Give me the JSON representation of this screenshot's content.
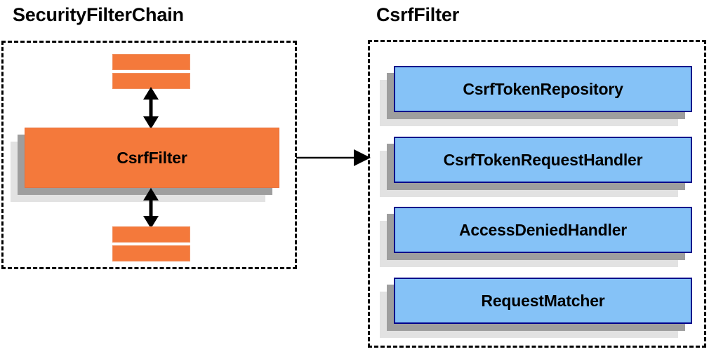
{
  "diagram": {
    "type": "component-collaboration-diagram",
    "background_color": "#ffffff",
    "panels": [
      {
        "id": "security-filter-chain",
        "title": "SecurityFilterChain",
        "border_style": "dashed",
        "border_color": "#000000"
      },
      {
        "id": "csrf-filter",
        "title": "CsrfFilter",
        "border_style": "dashed",
        "border_color": "#000000"
      }
    ]
  },
  "titles": {
    "left": "SecurityFilterChain",
    "right": "CsrfFilter"
  },
  "colors": {
    "orange_fill": "#f4793b",
    "orange_border": "#e8703a",
    "blue_fill": "#85c2f7",
    "blue_border": "#00008b",
    "shadow_mid": "#9e9e9e",
    "shadow_back": "#e2e2e2",
    "stroke": "#000000"
  },
  "left_panel": {
    "highlighted_filter": {
      "label": "CsrfFilter",
      "fill": "#f4793b"
    },
    "unlabeled_filters_above": [
      {
        "label": ""
      },
      {
        "label": ""
      }
    ],
    "unlabeled_filters_below": [
      {
        "label": ""
      },
      {
        "label": ""
      }
    ],
    "connectors": [
      {
        "name": "chain-link-above",
        "style": "double-headed-vertical-arrow"
      },
      {
        "name": "chain-link-below",
        "style": "double-headed-vertical-arrow"
      }
    ]
  },
  "right_panel": {
    "collaborators": [
      {
        "label": "CsrfTokenRepository"
      },
      {
        "label": "CsrfTokenRequestHandler"
      },
      {
        "label": "AccessDeniedHandler"
      },
      {
        "label": "RequestMatcher"
      }
    ]
  },
  "connector_between_panels": {
    "name": "csrffilter-expands-to-detail",
    "style": "single-headed-horizontal-arrow",
    "from": "CsrfFilter",
    "to": "CsrfFilter detail panel",
    "label": ""
  }
}
